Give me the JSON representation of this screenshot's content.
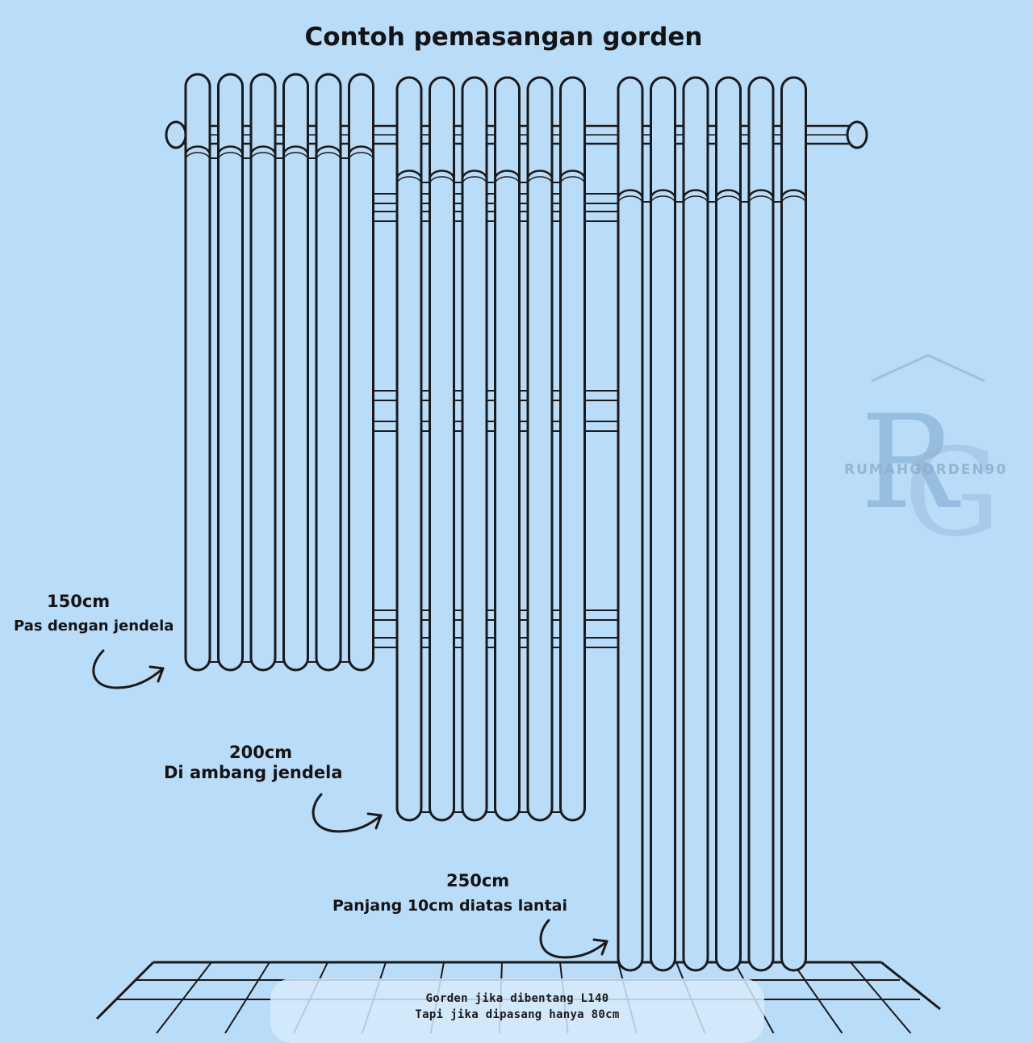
{
  "title": "Contoh pemasangan gorden",
  "labels": {
    "short": {
      "length": "150cm",
      "desc": "Pas dengan jendela"
    },
    "medium": {
      "length": "200cm",
      "desc": "Di ambang jendela"
    },
    "long": {
      "length": "250cm",
      "desc": "Panjang 10cm diatas lantai"
    }
  },
  "note": {
    "line1": "Gorden jika dibentang L140",
    "line2": "Tapi jika dipasang hanya 80cm"
  },
  "watermark": {
    "monogram": "RG",
    "text": "RUMAHGORDEN90"
  },
  "colors": {
    "background": "#b9dcf9",
    "line": "#1a1a1a",
    "curtain": "#b9dcf9"
  }
}
